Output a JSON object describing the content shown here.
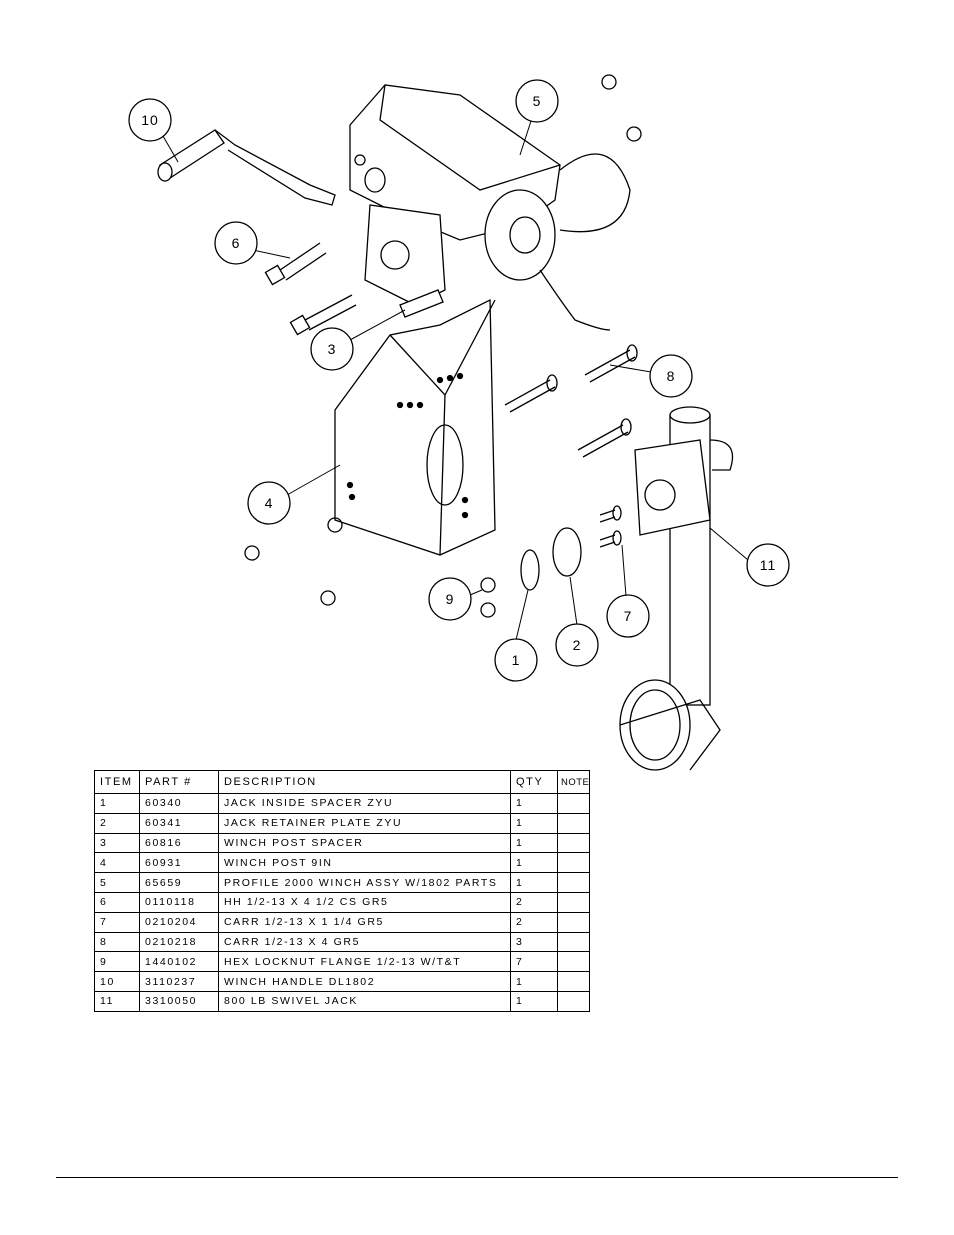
{
  "drawing": {
    "balloons": [
      {
        "label": "10"
      },
      {
        "label": "5"
      },
      {
        "label": "6"
      },
      {
        "label": "3"
      },
      {
        "label": "8"
      },
      {
        "label": "4"
      },
      {
        "label": "11"
      },
      {
        "label": "9"
      },
      {
        "label": "7"
      },
      {
        "label": "2"
      },
      {
        "label": "1"
      }
    ]
  },
  "table": {
    "headers": [
      "ITEM",
      "PART #",
      "DESCRIPTION",
      "QTY",
      "NOTE"
    ],
    "rows": [
      [
        "1",
        "60340",
        "JACK INSIDE SPACER ZYU",
        "1",
        ""
      ],
      [
        "2",
        "60341",
        "JACK RETAINER PLATE ZYU",
        "1",
        ""
      ],
      [
        "3",
        "60816",
        "WINCH POST SPACER",
        "1",
        ""
      ],
      [
        "4",
        "60931",
        "WINCH POST 9IN",
        "1",
        ""
      ],
      [
        "5",
        "65659",
        "PROFILE 2000 WINCH ASSY W/1802 PARTS",
        "1",
        ""
      ],
      [
        "6",
        "0110118",
        "HH 1/2-13 X 4 1/2 CS GR5",
        "2",
        ""
      ],
      [
        "7",
        "0210204",
        "CARR 1/2-13 X 1 1/4 GR5",
        "2",
        ""
      ],
      [
        "8",
        "0210218",
        "CARR 1/2-13 X 4 GR5",
        "3",
        ""
      ],
      [
        "9",
        "1440102",
        "HEX LOCKNUT FLANGE 1/2-13 W/T&T",
        "7",
        ""
      ],
      [
        "10",
        "3110237",
        "WINCH HANDLE  DL1802",
        "1",
        ""
      ],
      [
        "11",
        "3310050",
        "800 LB SWIVEL JACK",
        "1",
        ""
      ]
    ]
  }
}
